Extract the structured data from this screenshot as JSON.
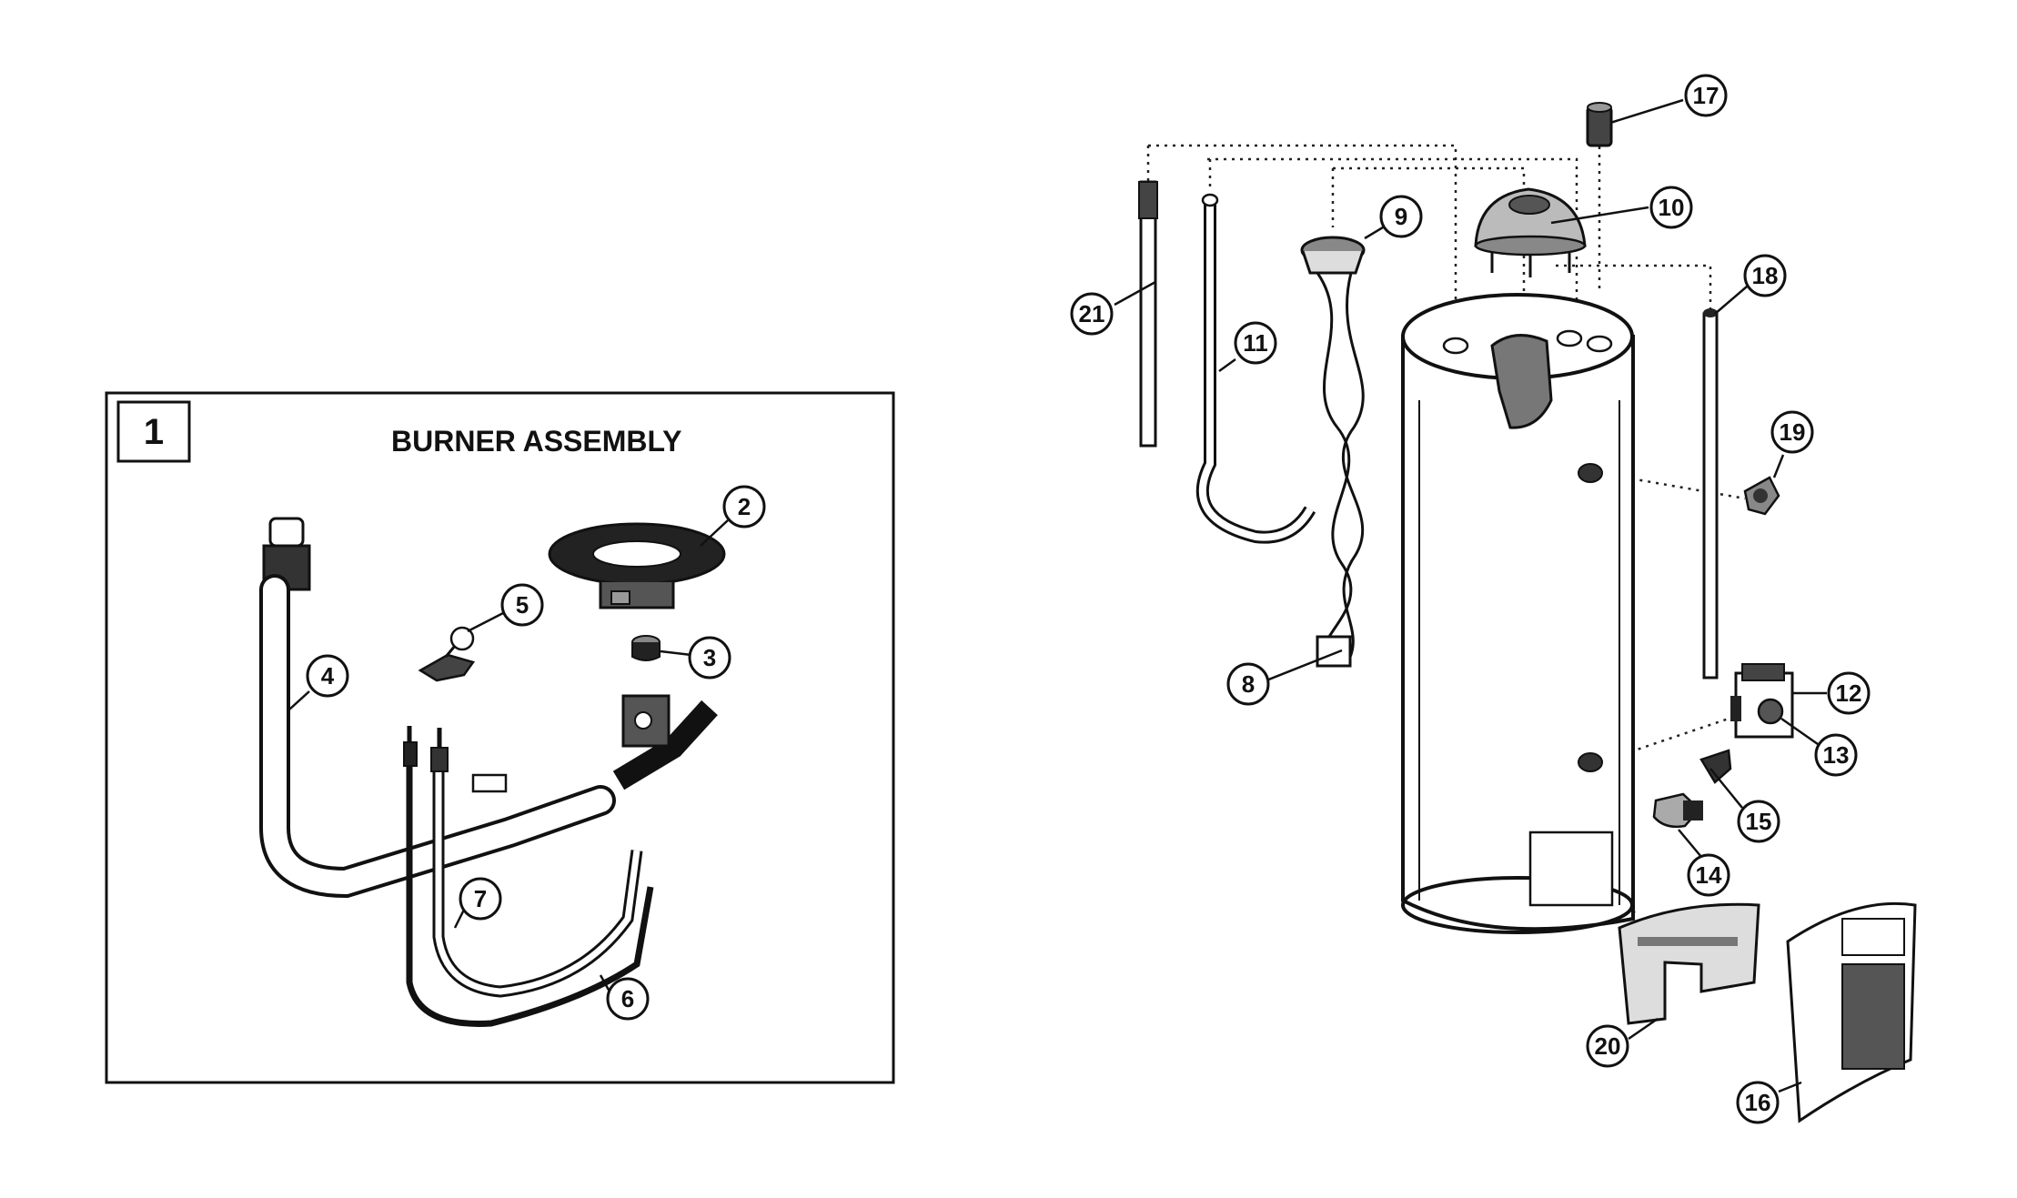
{
  "inset": {
    "number": "1",
    "title": "BURNER ASSEMBLY"
  },
  "callouts": [
    "2",
    "3",
    "4",
    "5",
    "6",
    "7",
    "8",
    "9",
    "10",
    "11",
    "12",
    "13",
    "14",
    "15",
    "16",
    "17",
    "18",
    "19",
    "20",
    "21"
  ],
  "parts": {
    "burner": "2",
    "orifice": "3",
    "manifold_tube": "4",
    "igniter": "5",
    "thermocouple": "6",
    "pilot_tube": "7",
    "baffle": "8",
    "flue_collar": "9",
    "draft_hood": "10",
    "dip_tube": "11",
    "gas_valve": "12",
    "temperature_knob": "13",
    "drain_valve": "14",
    "relief_fitting": "15",
    "outer_door": "16",
    "nipple": "17",
    "anode_rod": "18",
    "tp_valve": "19",
    "inner_door": "20",
    "anode_rod_alt": "21"
  },
  "colors": {
    "ink": "#111111",
    "paper": "#ffffff"
  }
}
